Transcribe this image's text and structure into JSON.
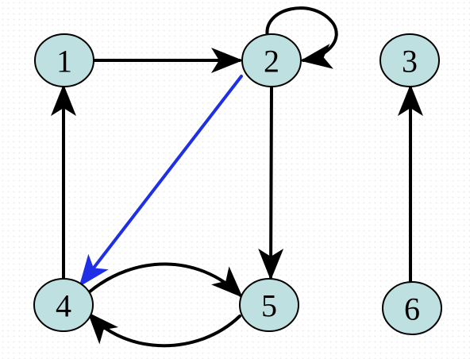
{
  "graph": {
    "nodes": [
      {
        "id": "1",
        "label": "1"
      },
      {
        "id": "2",
        "label": "2"
      },
      {
        "id": "3",
        "label": "3"
      },
      {
        "id": "4",
        "label": "4"
      },
      {
        "id": "5",
        "label": "5"
      },
      {
        "id": "6",
        "label": "6"
      }
    ],
    "edges": [
      {
        "from": "1",
        "to": "2",
        "color": "#000000"
      },
      {
        "from": "2",
        "to": "2",
        "color": "#000000"
      },
      {
        "from": "2",
        "to": "4",
        "color": "#1f2fe6"
      },
      {
        "from": "2",
        "to": "5",
        "color": "#000000"
      },
      {
        "from": "4",
        "to": "1",
        "color": "#000000"
      },
      {
        "from": "4",
        "to": "5",
        "color": "#000000"
      },
      {
        "from": "5",
        "to": "4",
        "color": "#000000"
      },
      {
        "from": "6",
        "to": "3",
        "color": "#000000"
      }
    ],
    "node_fill": "#bfe0e0",
    "node_stroke": "#000000"
  }
}
